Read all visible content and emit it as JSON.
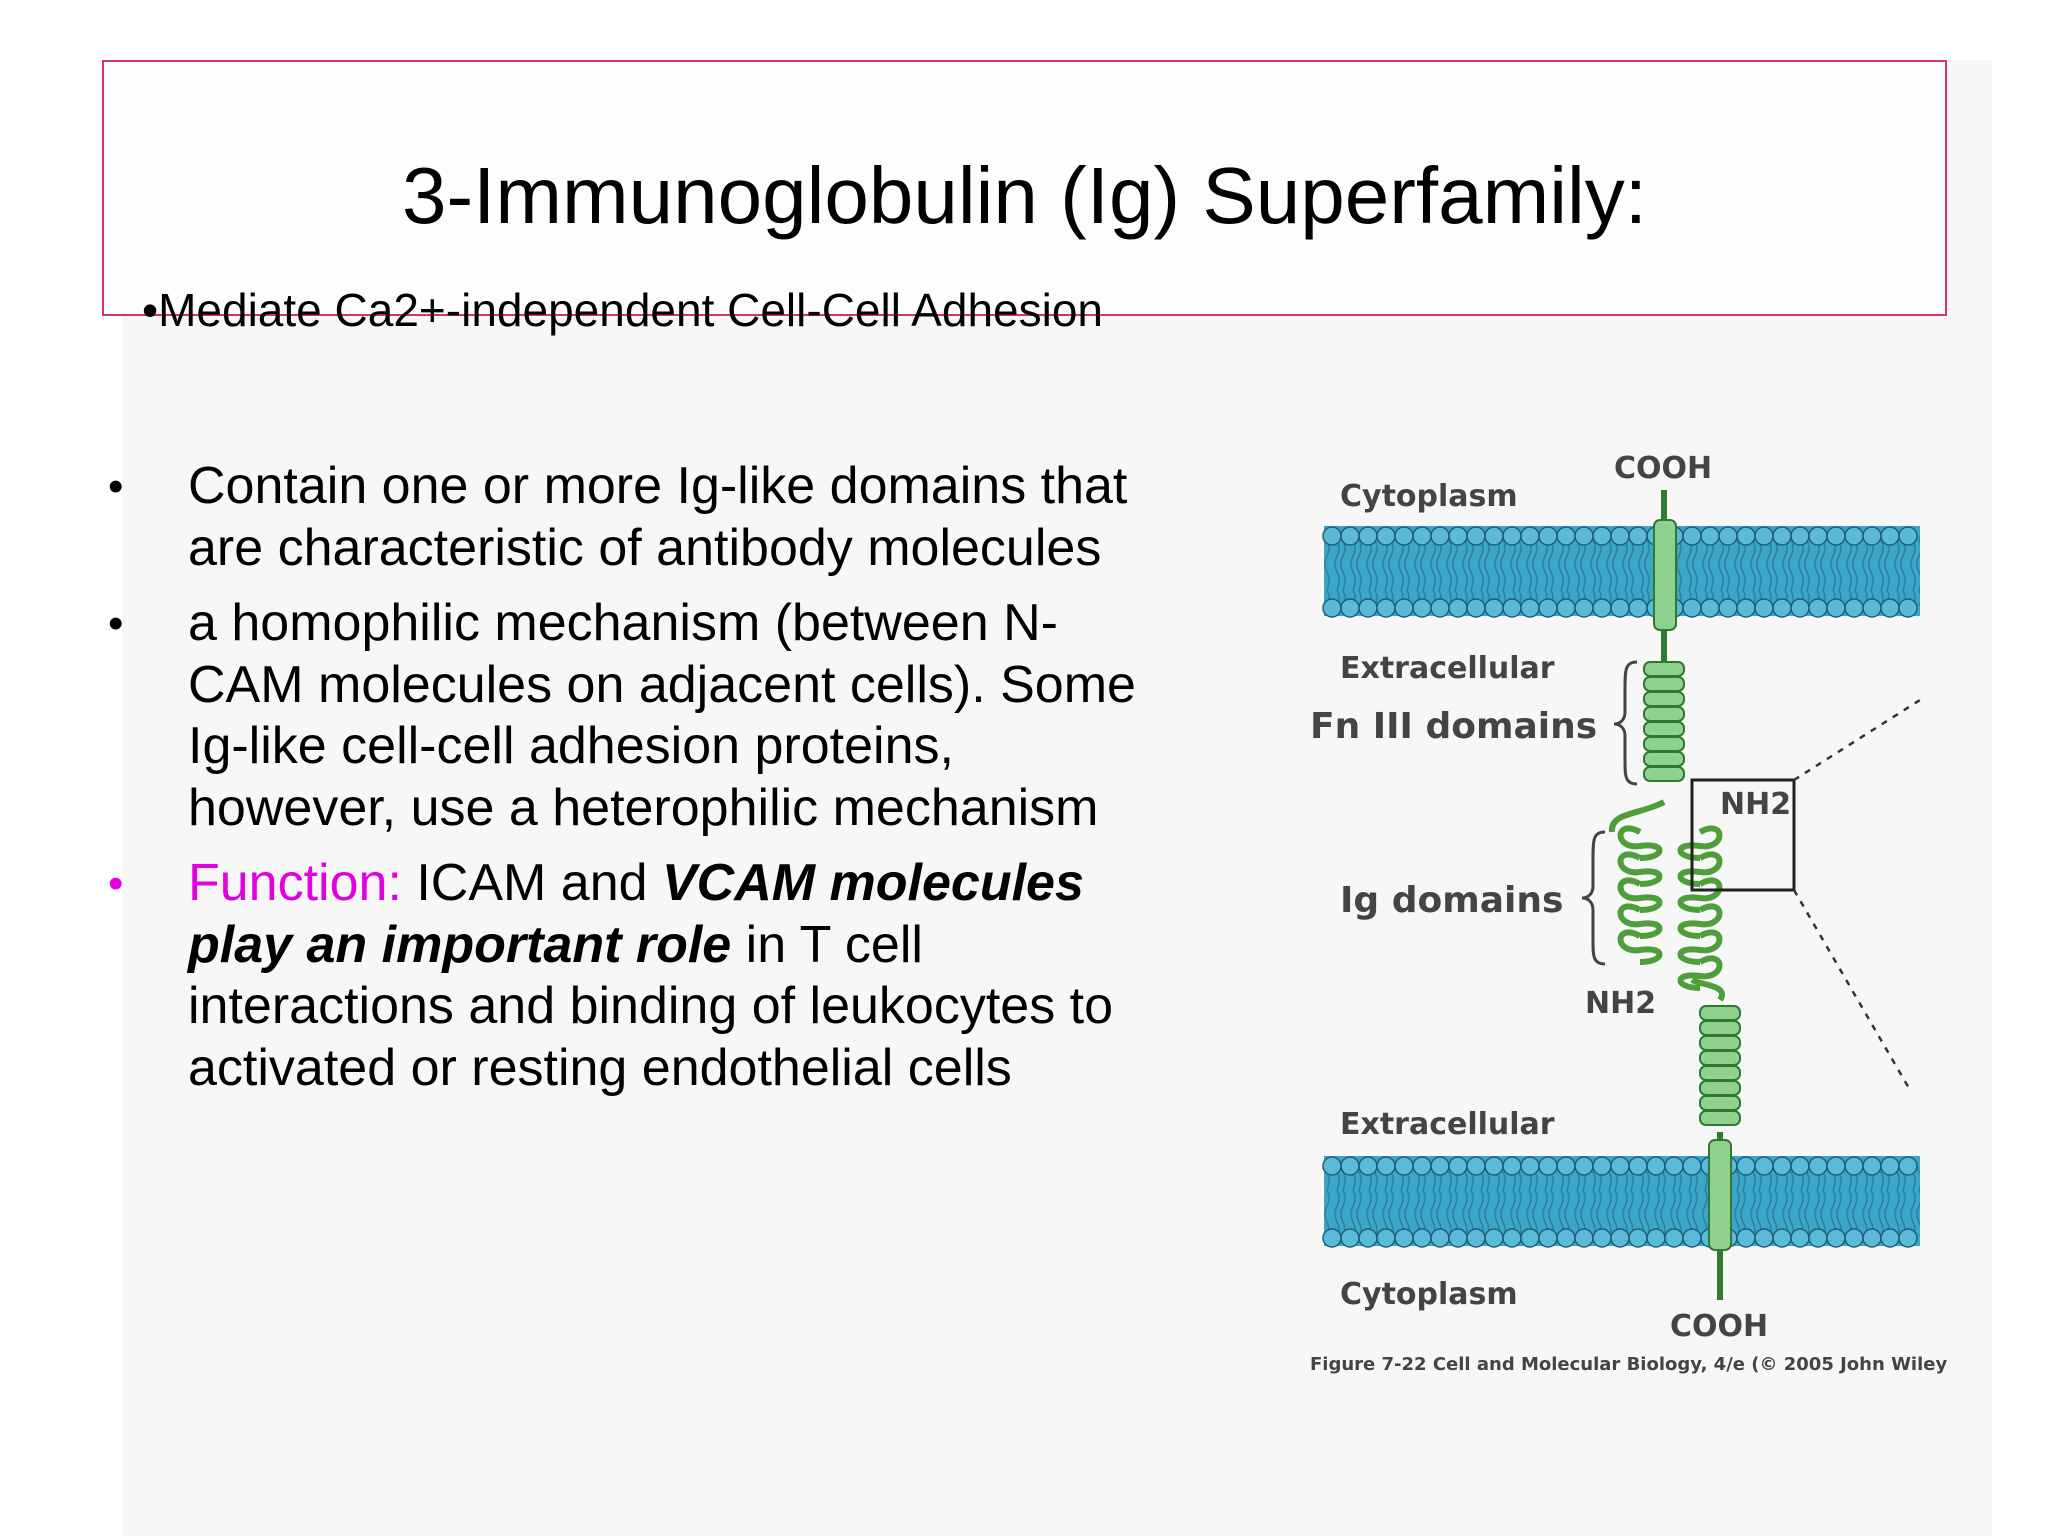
{
  "slide": {
    "title": "3-Immunoglobulin (Ig) Superfamily:",
    "subtitle": "•Mediate Ca2+-independent Cell-Cell Adhesion",
    "bullets": [
      {
        "marker": "•",
        "text": "Contain one or more Ig-like domains that are characteristic of antibody molecules"
      },
      {
        "marker": "•",
        "text": "a homophilic mechanism (between N-CAM molecules on adjacent cells). Some Ig-like cell-cell adhesion proteins, however, use a heterophilic mechanism"
      }
    ],
    "function_bullet": {
      "marker": "•",
      "label": "Function:",
      "text_plain_1": " ICAM and ",
      "text_strong": "VCAM molecules play an important role",
      "text_plain_2": " in T cell interactions and binding of leukocytes to activated or resting endothelial cells"
    }
  },
  "figure": {
    "labels": {
      "cooh_top": "COOH",
      "cytoplasm_top": "Cytoplasm",
      "extracellular_top": "Extracellular",
      "fn_domains": "Fn III domains",
      "nh2_box": "NH2",
      "ig_domains": "Ig domains",
      "nh2_mid": "NH2",
      "extracellular_bottom": "Extracellular",
      "cytoplasm_bottom": "Cytoplasm",
      "cooh_bottom": "COOH"
    },
    "caption": "Figure 7-22 Cell and Molecular Biology, 4/e (© 2005 John Wiley",
    "colors": {
      "membrane": "#3aa6c9",
      "lipid_head": "#5bbad8",
      "protein": "#8fd28f",
      "protein_stroke": "#2f7a2f",
      "ig_loop": "#4e9e3a",
      "label": "#444444",
      "title_border": "#d6336c",
      "function_label": "#e000e0"
    }
  }
}
